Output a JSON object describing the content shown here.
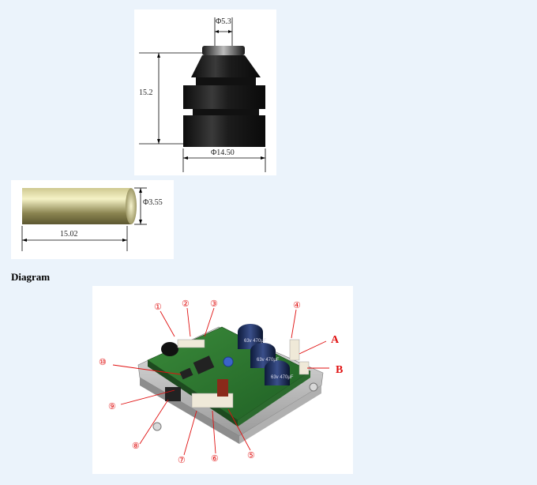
{
  "figure_top": {
    "dim_top_diameter": "Φ5.3",
    "dim_height": "15.2",
    "dim_bottom_diameter": "Φ14.50"
  },
  "figure_rod": {
    "dim_diameter": "Φ3.55",
    "dim_length": "15.02"
  },
  "section_heading": "Diagram",
  "board": {
    "callouts": [
      "①",
      "②",
      "③",
      "④",
      "⑤",
      "⑥",
      "⑦",
      "⑧",
      "⑨",
      "⑩"
    ],
    "letters": [
      "A",
      "B"
    ],
    "cap_labels": [
      "63v 470μF",
      "63v 470μF",
      "63v 470μF"
    ]
  }
}
